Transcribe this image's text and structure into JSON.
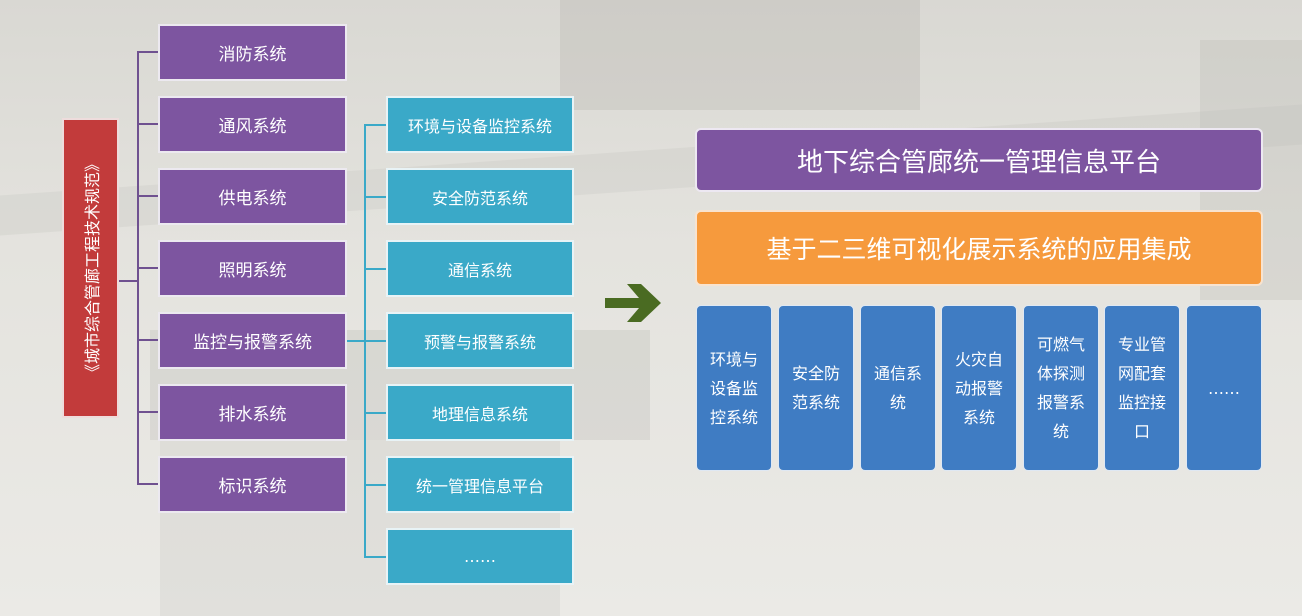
{
  "left_tree": {
    "root": "《城市综合管廊工程技术规范》",
    "systems": [
      "消防系统",
      "通风系统",
      "供电系统",
      "照明系统",
      "监控与报警系统",
      "排水系统",
      "标识系统"
    ],
    "monitoring_subsystems": [
      "环境与设备监控系统",
      "安全防范系统",
      "通信系统",
      "预警与报警系统",
      "地理信息系统",
      "统一管理信息平台",
      "……"
    ]
  },
  "arrow": {
    "icon": "right-arrow-icon",
    "color": "#4a6b22"
  },
  "right_stack": {
    "platform": "地下综合管廊统一管理信息平台",
    "integration": "基于二三维可视化展示系统的应用集成",
    "modules": [
      "环境与设备监控系统",
      "安全防范系统",
      "通信系统",
      "火灾自动报警系统",
      "可燃气体探测报警系统",
      "专业管网配套监控接口",
      "……"
    ]
  },
  "colors": {
    "purple": "#7d55a0",
    "cyan": "#3aa9c8",
    "red": "#c23b3b",
    "orange": "#f69a3d",
    "blue": "#3f7cc3"
  }
}
